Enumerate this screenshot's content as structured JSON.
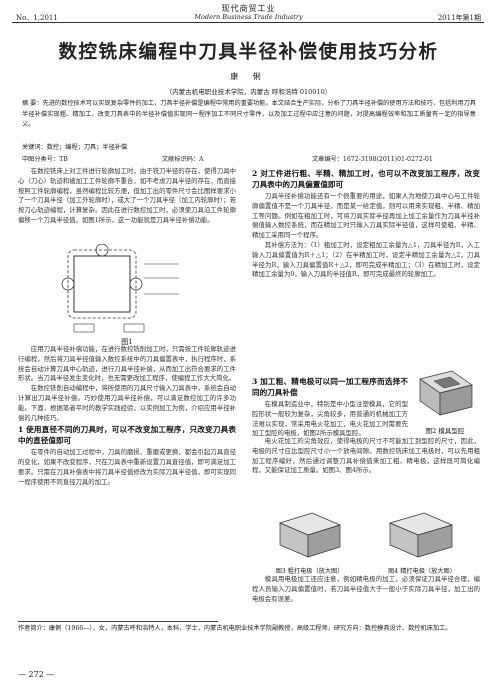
{
  "header": {
    "journal_cn": "现代商贸工业",
    "issue_no": "No．1,2011",
    "journal_en": "Modern Business Trade Industry",
    "issue_cn": "2011年第1期"
  },
  "title": "数控铣床编程中刀具半径补偿使用技巧分析",
  "author": "康 俐",
  "affiliation": "（内蒙古机电职业技术学院，内蒙古 呼和浩特 010010）",
  "abstract": "摘 要：先进的数控技术可以实现复杂零件的加工，刀具半径补偿是编程中常用的重要功能。本文结合生产实际，分析了刀具半径补偿的使用方法和技巧，包括利用刀具半径补偿实现粗、精加工，改变刀具表中的半径补偿值实现同一程序加工不同尺寸零件，以及加工过程中应注意的问题，对提高编程效率和加工质量有一定的指导意义。",
  "keywords": "关键词：数控；编程；刀具；半径补偿",
  "meta": {
    "clc": "中图分类号：TB",
    "doc_code": "文献标识码：A",
    "article_no": "文章编号：1672-3198(2011)01-0272-01"
  },
  "body": {
    "intro": "在数控铣床上对工件进行轮廓加工时，由于铣刀半径的存在，使得刀具中心（刀心）轨迹和被加工工件轮廓不重合，如不考虑刀具半径的存在，而直接按照工件轮廓编程，虽然编程比较方便，但加工出的零件尺寸会比图样要求小了一个刀具半径（加工外轮廓时），或大了一个刀具半径（加工内轮廓时）；若按刀心轨迹编程，计算复杂。因此在进行数控加工时，必须使刀具沿工件轮廓偏移一个刀具半径值，如图1所示，这一功能就是刀具半径补偿功能。",
    "fig1_caption": "图1",
    "para2": "应用刀具半径补偿功能，在进行数控铣削加工时，只需按工件轮廓轨迹进行编程，然后将刀具半径值输入数控系统中的刀具偏置表中，执行程序时，系统会自动计算刀具中心轨迹，进行刀具半径补偿，从而加工出符合要求的工件形状。当刀具半径发生变化时，也无需更改加工程序，使编程工作大大简化。",
    "para3": "在数控铣削自动编程中，将所使用的刀具尺寸输入刀具表中，系统会自动计算出刀具半径补偿。巧妙使用刀具半径补偿，可以满足数控加工的许多功能。下面，根据笔者平时的教学实践经验，以实例加工为例，介绍应用半径补偿的几种技巧。",
    "sec1": "1 使用直径不同的刀具时，可以不改变加工程序，只改变刀具表中的直径值即可",
    "sec1_text": "在零件的自动加工过程中，刀具的磨损、重磨或更换，都会引起刀具直径的变化，如果不改变程序，只在刀具表中重新设置刀具直径值，即可满足加工要求。只需在刀具补偿表中将刀具半径值修改为实际刀具半径值，即可实现同一程序使用不同直径刀具的加工。",
    "sec2": "2 对工件进行粗、半精、精加工时，也可以不改变加工程序，改变刀具表中的刀具偏置值即可",
    "sec2_text": "刀具半径补偿功能还有一个很重要的用途，如果人为地使刀具中心与工件轮廓偏置值不是一个刀具半径，而是某一给定值，则可以用来实现粗、半精、精加工等问题。例如在粗加工时，可将刀具实际半径再加上加工余量作为刀具半径补偿值输入数控系统，而在精加工时只输入刀具实际半径值，这样可使粗、半精、精加工采用同一个程序。",
    "sec2_steps": "其补偿方法为：（1）粗加工时，设定粗加工余量为△1，刀具半径为R，入工输入刀具偏置值为R＋△1；（2）在半精加工时，设定半精加工余量为△2，刀具半径为R，输入刀具偏置值R＋△2，即可完成半精加工；（3）在精加工时，设定精加工余量为0，输入刀具的半径值R，即可完成最终的轮廓加工。",
    "sec3": "3 加工粗、精电极可以同一加工程序而选择不同的刀具补偿",
    "sec3_text": "在模具制造业中，特别是中小型注塑模具，它的型腔形状一般较为复杂，尖角较多，用普通的机械加工方法难以实现，常采用电火花加工，电火花加工时需要先加工型腔的电极，如图2所示模具型腔。",
    "fig2_caption": "图2 模具型腔",
    "sec3_text2": "电火花加工的尖角效应，使得电极的尺寸不可能加工到型腔的尺寸，因此，电极的尺寸应比型腔尺寸小一个放电间隙。用数控铣床加工电极时，可以先用粗加工程序编好，然后通过调整刀具补偿值来加工粗、精电极，这样既可简化编程，又能保证加工质量。如图3、图4所示。",
    "fig3_caption": "图3 粗打电极（放大图）",
    "fig4_caption": "图4 精打电极（放大图）",
    "sec3_text3": "模具用电极加工还应注意，例如精电极的加工，必须保证刀具半径合理，编程人员输入刀具偏置值时，若刀具半径值大于一般小于实际刀具半径，加工出的电极会有误差。",
    "footnote": "作者简介：康俐（1966—），女，内蒙古呼和浩特人，本科，学士，内蒙古机电职业技术学院副教授，高级工程师，研究方向：数控模具设计、数控机床加工。",
    "page_number": "— 272 —"
  }
}
